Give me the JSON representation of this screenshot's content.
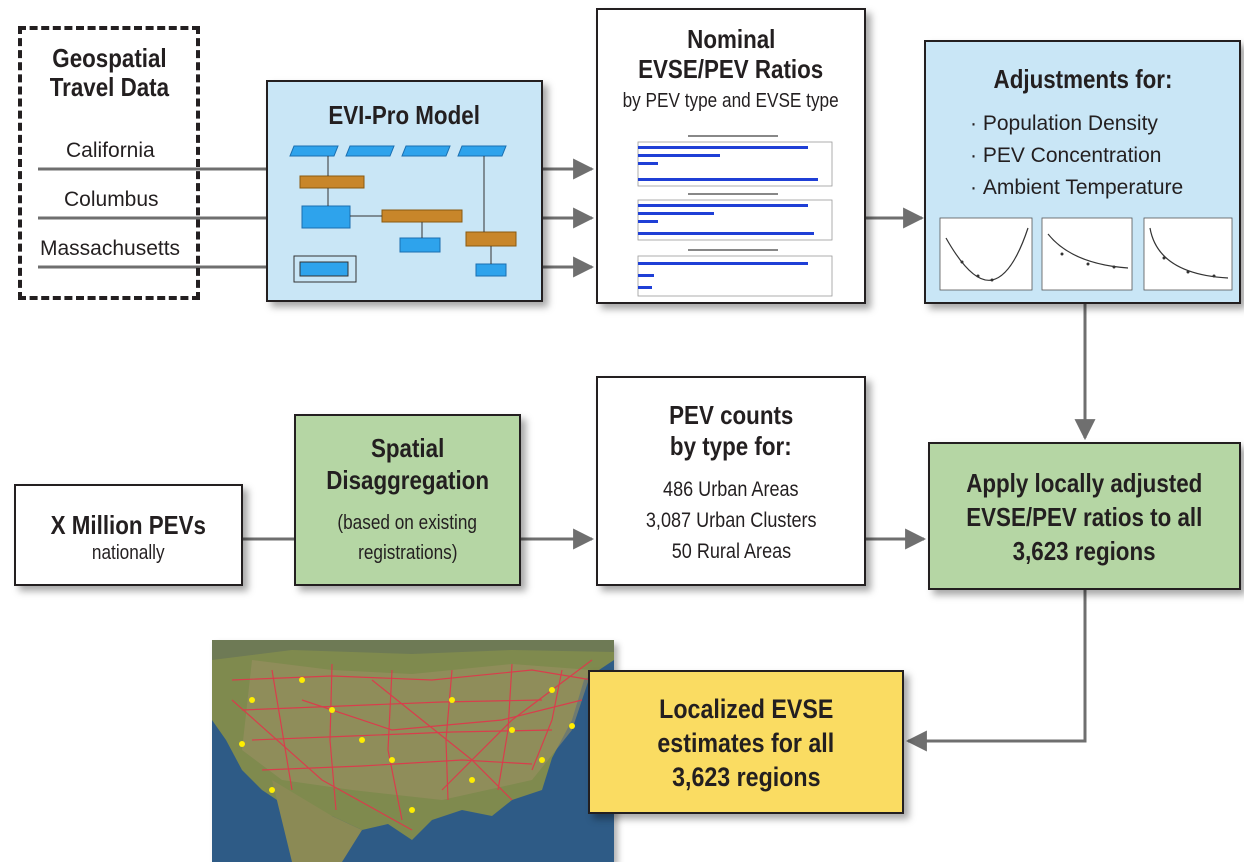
{
  "geo_box": {
    "title_line1": "Geospatial",
    "title_line2": "Travel Data",
    "regions": [
      "California",
      "Columbus",
      "Massachusetts"
    ]
  },
  "evi_box": {
    "title": "EVI-Pro Model"
  },
  "ratios_box": {
    "title_line1": "Nominal",
    "title_line2": "EVSE/PEV Ratios",
    "subtitle": "by PEV type and EVSE type"
  },
  "adjust_box": {
    "title": "Adjustments for:",
    "items": [
      "Population Density",
      "PEV Concentration",
      "Ambient Temperature"
    ]
  },
  "pev_box": {
    "title": "X Million PEVs",
    "subtitle": "nationally"
  },
  "spatial_box": {
    "title_line1": "Spatial",
    "title_line2": "Disaggregation",
    "sub_line1": "(based on existing",
    "sub_line2": "registrations)"
  },
  "counts_box": {
    "title_line1": "PEV counts",
    "title_line2": "by type for:",
    "items": [
      "486 Urban Areas",
      "3,087 Urban Clusters",
      "50 Rural Areas"
    ]
  },
  "apply_box": {
    "line1": "Apply locally adjusted",
    "line2": "EVSE/PEV ratios to all",
    "line3": "3,623 regions"
  },
  "localized_box": {
    "line1": "Localized EVSE",
    "line2": "estimates for all",
    "line3": "3,623 regions"
  },
  "colors": {
    "blue_box": "#c9e6f6",
    "green_box": "#b5d6a4",
    "yellow_box": "#fadc62",
    "connector": "#6f6f6f",
    "chart_bar": "#1f3fd6",
    "road": "#e0364b",
    "city_marker": "#ffee00"
  }
}
